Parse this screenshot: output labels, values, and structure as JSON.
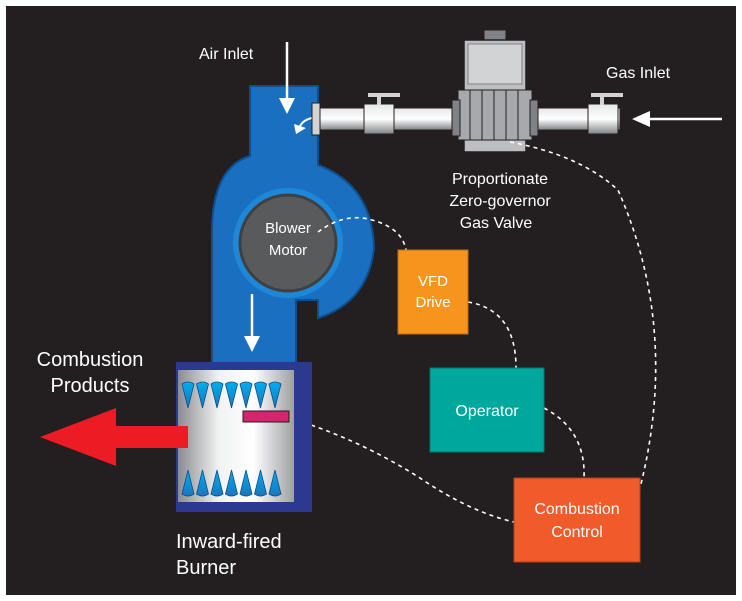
{
  "labels": {
    "air_inlet": "Air Inlet",
    "gas_inlet": "Gas Inlet",
    "valve_line1": "Proportionate",
    "valve_line2": "Zero-governor",
    "valve_line3": "Gas Valve",
    "blower_line1": "Blower",
    "blower_line2": "Motor",
    "vfd_line1": "VFD",
    "vfd_line2": "Drive",
    "operator": "Operator",
    "control_line1": "Combustion",
    "control_line2": "Control",
    "products_line1": "Combustion",
    "products_line2": "Products",
    "burner_line1": "Inward-fired",
    "burner_line2": "Burner"
  },
  "colors": {
    "background": "#231f20",
    "duct_blue": "#1a6fc0",
    "burner_navy": "#2b3990",
    "vfd_orange": "#f7941d",
    "operator_teal": "#00a79d",
    "control_orange": "#f15a29",
    "flame_red": "#ed1c24",
    "valve_gray": "#bcbec0"
  },
  "icons": [
    "down-arrow-icon",
    "left-arrow-icon",
    "flame-icon",
    "valve-icon"
  ]
}
